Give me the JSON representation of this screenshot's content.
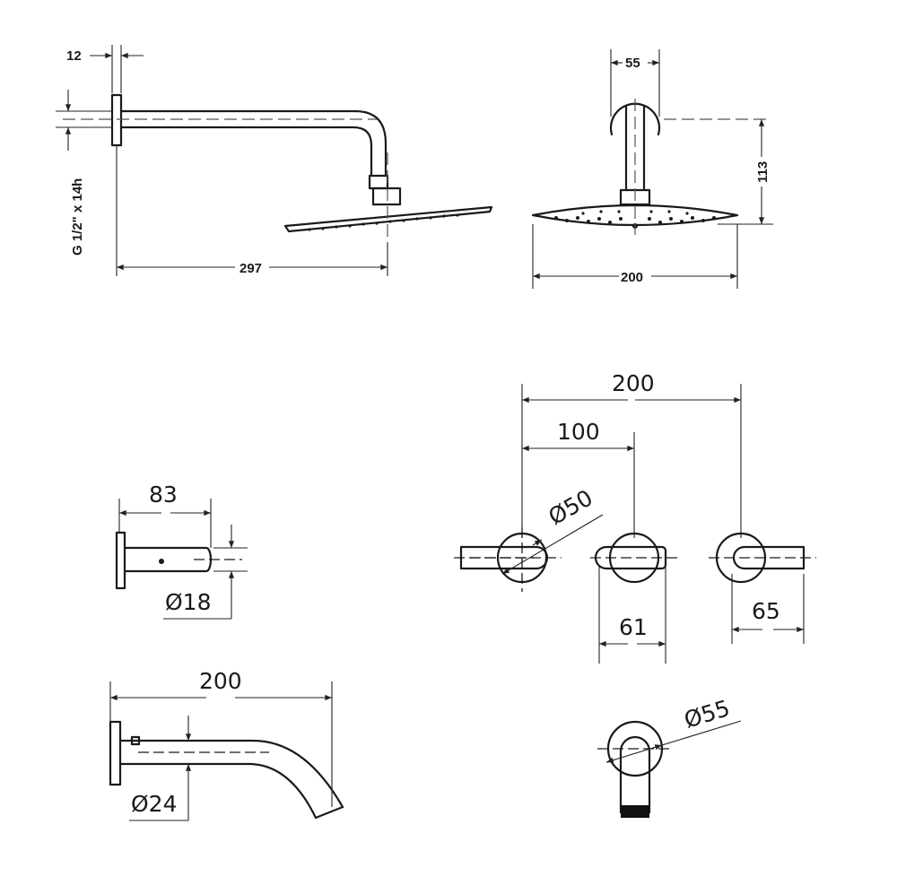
{
  "shower_head": {
    "side_view": {
      "dim_flange_thickness": "12",
      "dim_thread": "G 1/2\" x 14h",
      "dim_projection": "297"
    },
    "front_view": {
      "dim_flange_diameter": "55",
      "dim_height": "113",
      "dim_head_diameter": "200"
    }
  },
  "mixer": {
    "dim_total_spacing": "200",
    "dim_half_spacing": "100",
    "dim_rosette_diameter": "Ø50",
    "dim_handle_left": "61",
    "dim_handle_right": "65"
  },
  "diverter_side": {
    "dim_length": "83",
    "dim_diameter": "Ø18"
  },
  "spout": {
    "dim_length": "200",
    "dim_diameter": "Ø24"
  },
  "spout_front": {
    "dim_rosette_diameter": "Ø55"
  }
}
